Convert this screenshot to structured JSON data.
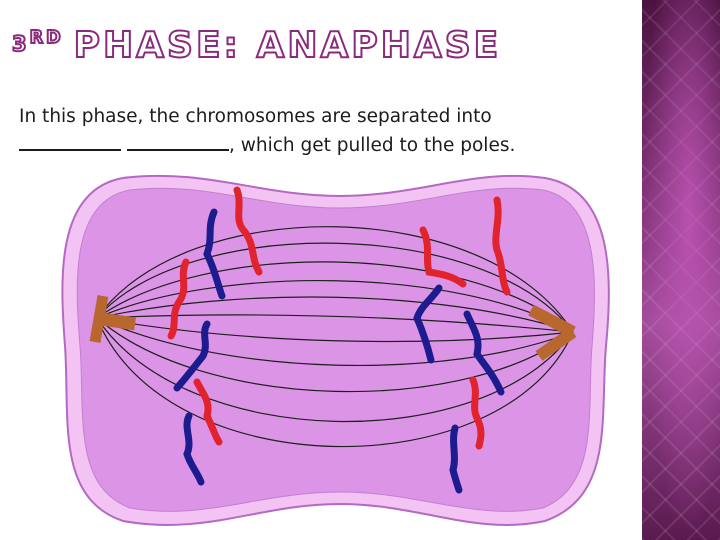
{
  "slide": {
    "title_ordinal": "3",
    "title_ordinal_suffix": "RD",
    "title_main": "PHASE: ANAPHASE",
    "sentence_part1": "In this phase, the chromosomes are separated into",
    "sentence_part2": ", which get pulled to the poles."
  },
  "figure": {
    "depicts": "cell-in-anaphase",
    "colors": {
      "cytoplasm_outer": "#f3c3f3",
      "cytoplasm_inner": "#dc95e6",
      "membrane_line": "#b36ac2",
      "spindle_fibers": "#1f1f1f",
      "chromosome_red": "#e0232d",
      "chromosome_blue": "#1c1c8f",
      "centrosome": "#b8682e"
    }
  },
  "theme": {
    "accent": "#8a2a7c",
    "side_band": "#7a2a6b"
  }
}
